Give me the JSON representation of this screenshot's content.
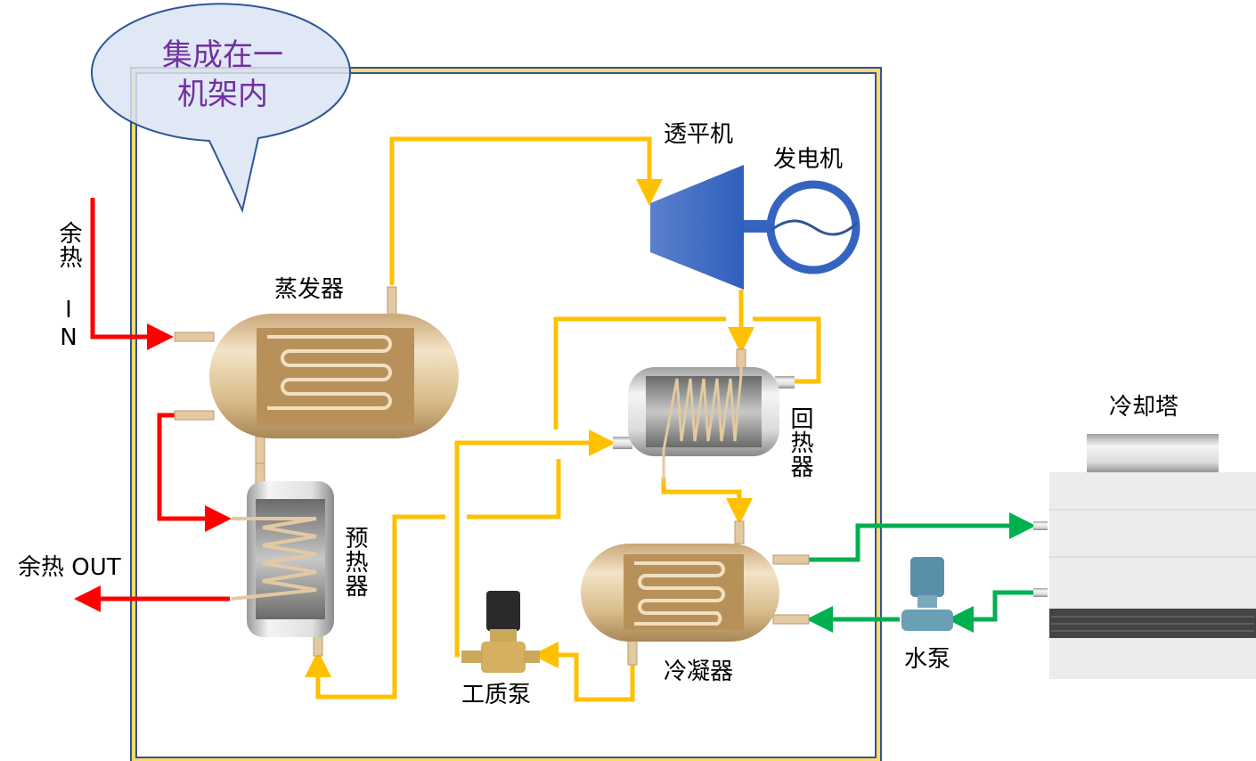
{
  "bubble": {
    "line1": "集成在一",
    "line2": "机架内"
  },
  "labels": {
    "heat_in": "余热 IN",
    "heat_out": "余热 OUT",
    "evaporator": "蒸发器",
    "preheater": "预热器",
    "turbine": "透平机",
    "generator": "发电机",
    "recuperator": "回热器",
    "condenser": "冷凝器",
    "working_fluid_pump": "工质泵",
    "water_pump": "水泵",
    "cooling_tower": "冷却塔"
  },
  "colors": {
    "heat_source": "#ff0000",
    "working_fluid": "#ffc000",
    "cooling_water": "#00b050",
    "frame": "#2f5597",
    "turbine": "#3564c0",
    "bubble_text": "#7030a0"
  }
}
